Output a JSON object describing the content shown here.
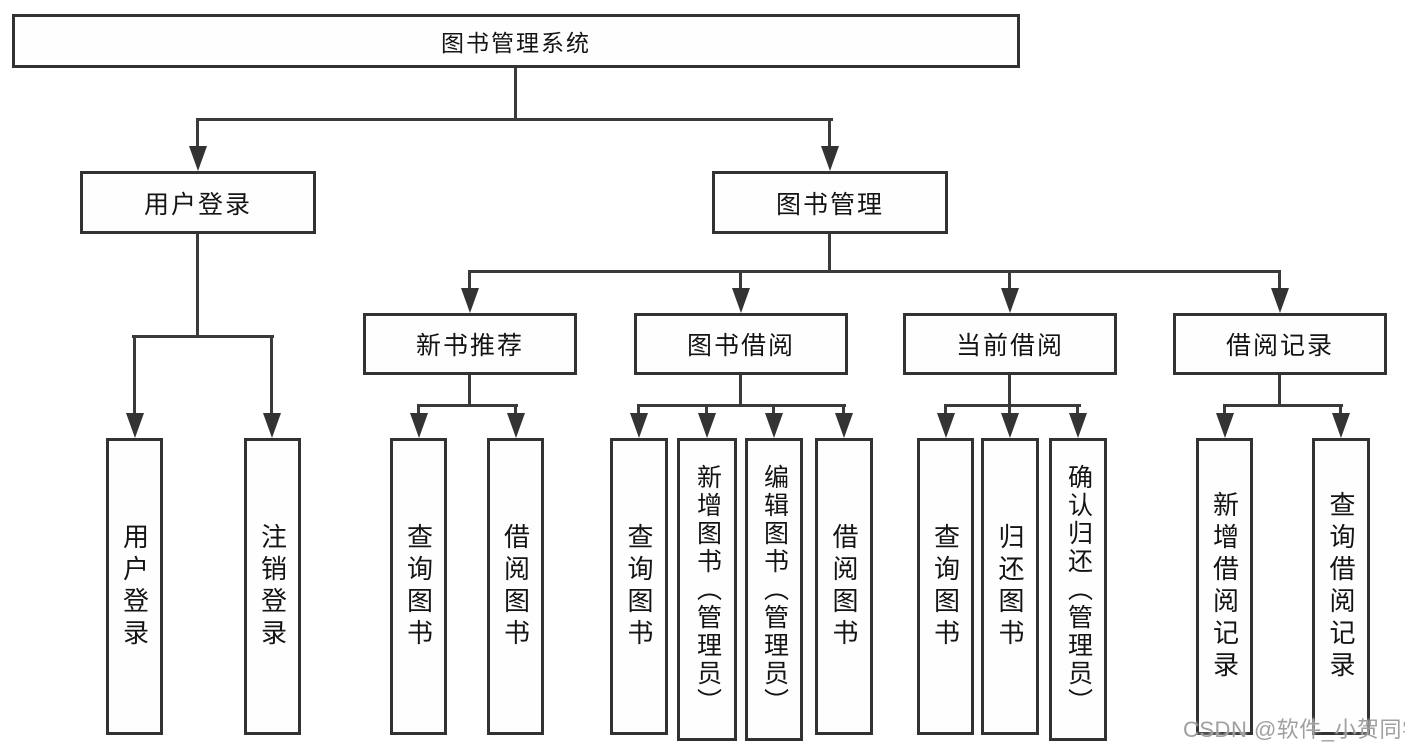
{
  "diagram": {
    "type": "hierarchy-chart",
    "line_color": "#3a3a3a",
    "box_border_color": "#323232",
    "root": {
      "id": "library-management-system",
      "label": "图书管理系统",
      "children": [
        {
          "id": "user-login",
          "label": "用户登录",
          "children": [
            {
              "id": "user-login-leaf",
              "label": "用户登录"
            },
            {
              "id": "logout-leaf",
              "label": "注销登录"
            }
          ]
        },
        {
          "id": "book-management",
          "label": "图书管理",
          "children": [
            {
              "id": "new-book-recommend",
              "label": "新书推荐",
              "children": [
                {
                  "id": "nbr-query-book",
                  "label": "查询图书"
                },
                {
                  "id": "nbr-borrow-book",
                  "label": "借阅图书"
                }
              ]
            },
            {
              "id": "book-borrow",
              "label": "图书借阅",
              "children": [
                {
                  "id": "bb-query-book",
                  "label": "查询图书"
                },
                {
                  "id": "bb-add-book-admin",
                  "label": "新增图书（管理员）"
                },
                {
                  "id": "bb-edit-book-admin",
                  "label": "编辑图书（管理员）"
                },
                {
                  "id": "bb-borrow-book",
                  "label": "借阅图书"
                }
              ]
            },
            {
              "id": "current-borrow",
              "label": "当前借阅",
              "children": [
                {
                  "id": "cb-query-book",
                  "label": "查询图书"
                },
                {
                  "id": "cb-return-book",
                  "label": "归还图书"
                },
                {
                  "id": "cb-confirm-return-admin",
                  "label": "确认归还（管理员）"
                }
              ]
            },
            {
              "id": "borrow-record",
              "label": "借阅记录",
              "children": [
                {
                  "id": "br-add-record",
                  "label": "新增借阅记录"
                },
                {
                  "id": "br-query-record",
                  "label": "查询借阅记录"
                }
              ]
            }
          ]
        }
      ]
    }
  },
  "watermark": {
    "text": "CSDN @软件_小贺同学",
    "color": "#a0a0a0"
  }
}
